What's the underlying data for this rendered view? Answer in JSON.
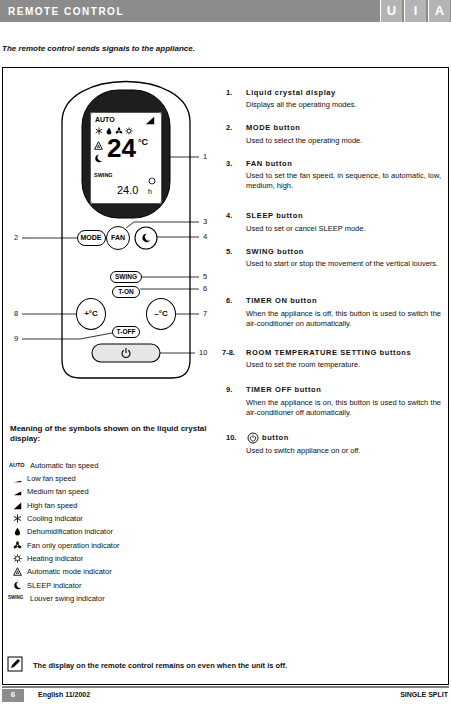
{
  "diagram": {
    "title": "REMOTE CONTROL",
    "nodes": [
      {
        "text": [
          "REMOTE CONTROL"
        ]
      },
      {
        "text": [
          "U"
        ],
        "in": 0
      },
      {
        "text": [
          "I"
        ],
        "in": 0
      },
      {
        "text": [
          "A"
        ],
        "in": 0
      },
      {
        "text": [
          "AUTO",
          "24",
          "°C",
          "SWING",
          "24.0",
          "h"
        ]
      },
      {
        "text": [
          "MODE"
        ]
      },
      {
        "text": [
          "FAN"
        ]
      },
      {
        "text": [
          "SWING"
        ]
      },
      {
        "text": [
          "T-ON"
        ]
      },
      {
        "text": [
          "+°C"
        ]
      },
      {
        "text": [
          "–°C"
        ]
      },
      {
        "text": [
          "T-OFF"
        ]
      },
      {
        "text": [
          "6"
        ]
      }
    ],
    "labels": [
      "The remote control sends signals to the appliance.",
      "1",
      "2",
      "3",
      "4",
      "5",
      "6",
      "7",
      "8",
      "9",
      "10",
      "1.",
      "Liquid crystal display",
      "Displays all the operating modes.",
      "2.",
      "MODE button",
      "Used to select the operating mode.",
      "3.",
      "FAN button",
      "Used to set the fan speed, in sequence, to automatic, low, medium, high.",
      "4.",
      "SLEEP button",
      "Used to set or cancel SLEEP mode.",
      "5.",
      "SWING button",
      "Used to start or stop the movement of the vertical louvers.",
      "6.",
      "TIMER ON button",
      "When the appliance is off, this button is used to switch the air-conditioner on automatically.",
      "7-8.",
      "ROOM TEMPERATURE SETTING buttons",
      "Used to set the room temperature.",
      "9.",
      "TIMER OFF button",
      "When the appliance is on, this button is used to switch the air-conditioner off automatically.",
      "10.",
      "button",
      "Used to switch appliance on or off.",
      "Meaning of the symbols shown on the liquid crystal display:",
      "AUTO",
      "SWING",
      "The display on the remote control remains on even when the unit is off.",
      "English 11/2002",
      "SINGLE SPLIT"
    ],
    "legend": [
      {
        "text": "Automatic fan speed"
      },
      {
        "text": "Low fan speed"
      },
      {
        "text": "Medium fan speed"
      },
      {
        "text": "High fan speed"
      },
      {
        "text": "Cooling indicator"
      },
      {
        "text": "Dehumidification indicator"
      },
      {
        "text": "Fan only operation indicator"
      },
      {
        "text": "Heating indicator"
      },
      {
        "text": "Automatic mode indicator"
      },
      {
        "text": "SLEEP indicator"
      },
      {
        "text": "Louver swing indicator"
      }
    ]
  }
}
